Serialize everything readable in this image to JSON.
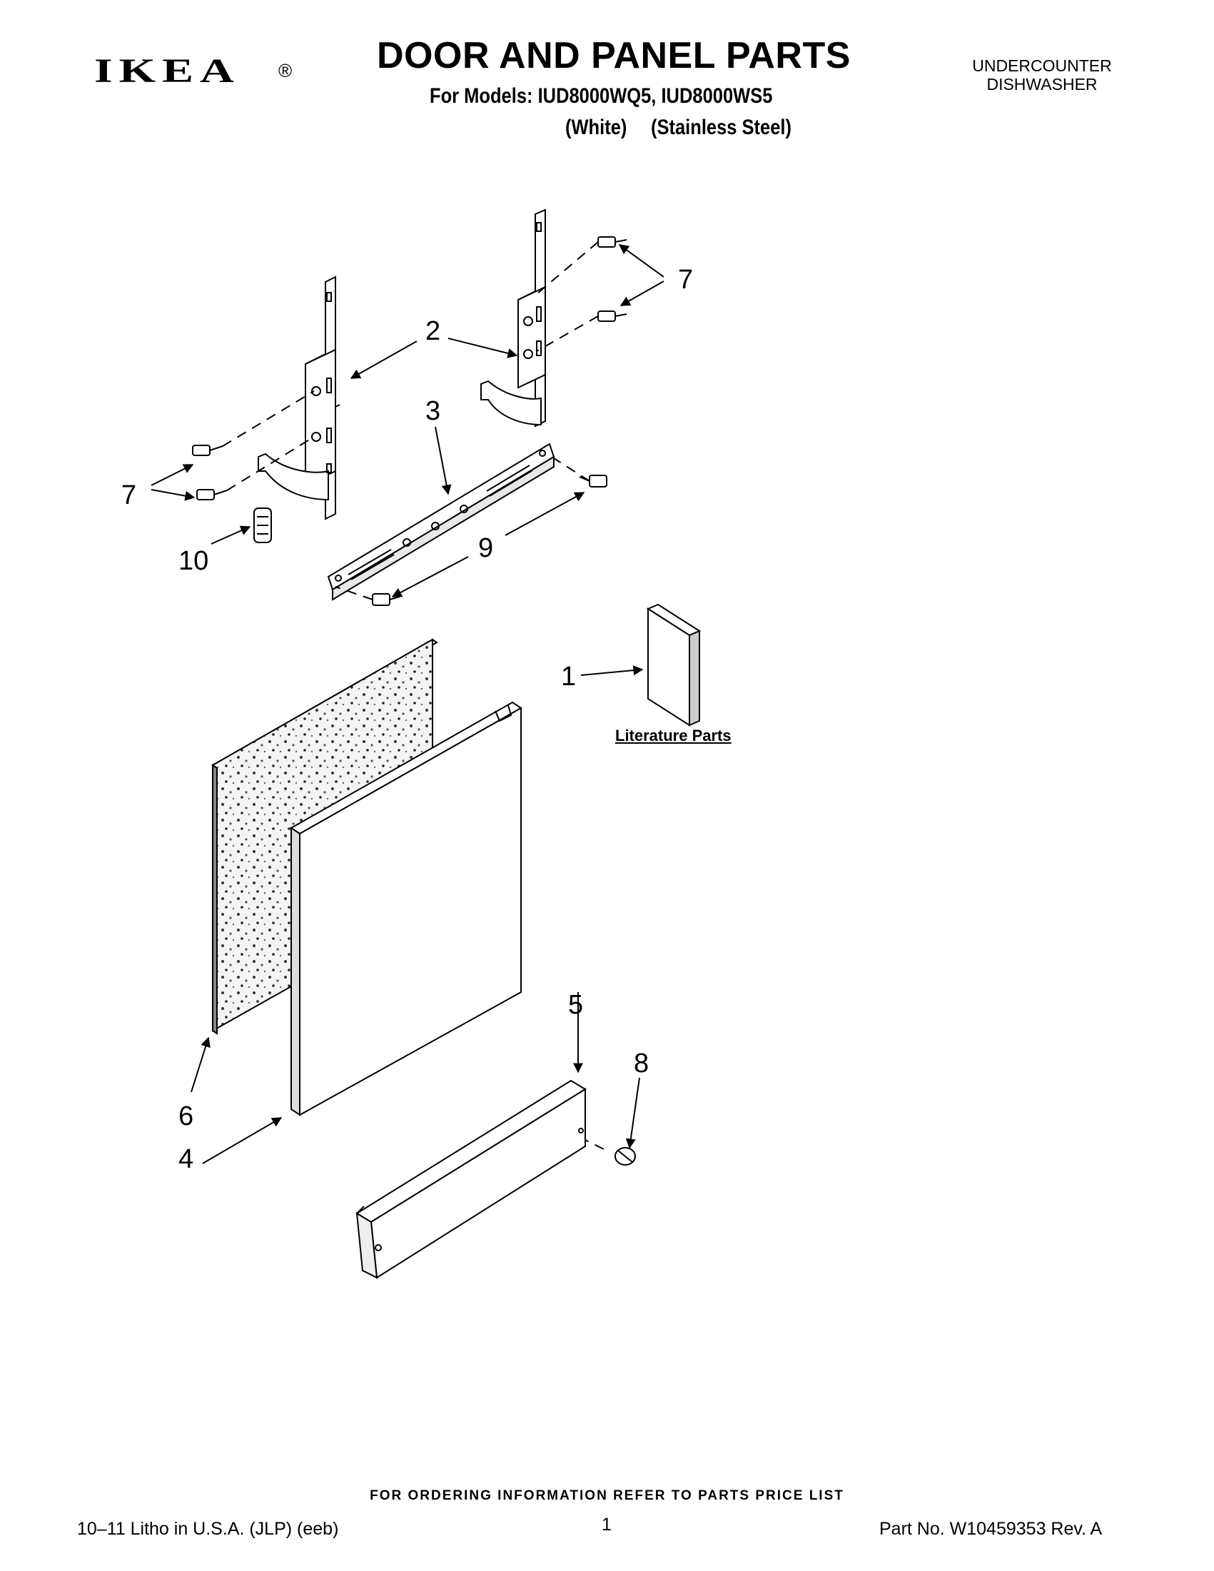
{
  "header": {
    "brand": "IKEA",
    "registered_mark": "®",
    "title": "DOOR AND PANEL PARTS",
    "models_line": "For Models: IUD8000WQ5, IUD8000WS5",
    "color_white": "(White)",
    "color_stainless": "(Stainless Steel)",
    "appliance_line1": "UNDERCOUNTER",
    "appliance_line2": "DISHWASHER"
  },
  "diagram": {
    "callouts": {
      "c1": "1",
      "c2": "2",
      "c3": "3",
      "c4": "4",
      "c5": "5",
      "c6": "6",
      "c7a": "7",
      "c7b": "7",
      "c8": "8",
      "c9": "9",
      "c10": "10"
    },
    "literature_label": "Literature Parts"
  },
  "footer": {
    "ordering_info": "FOR ORDERING INFORMATION REFER TO PARTS PRICE LIST",
    "litho": "10–11 Litho in U.S.A. (JLP) (eeb)",
    "page_number": "1",
    "part_number": "Part No. W10459353 Rev. A"
  }
}
